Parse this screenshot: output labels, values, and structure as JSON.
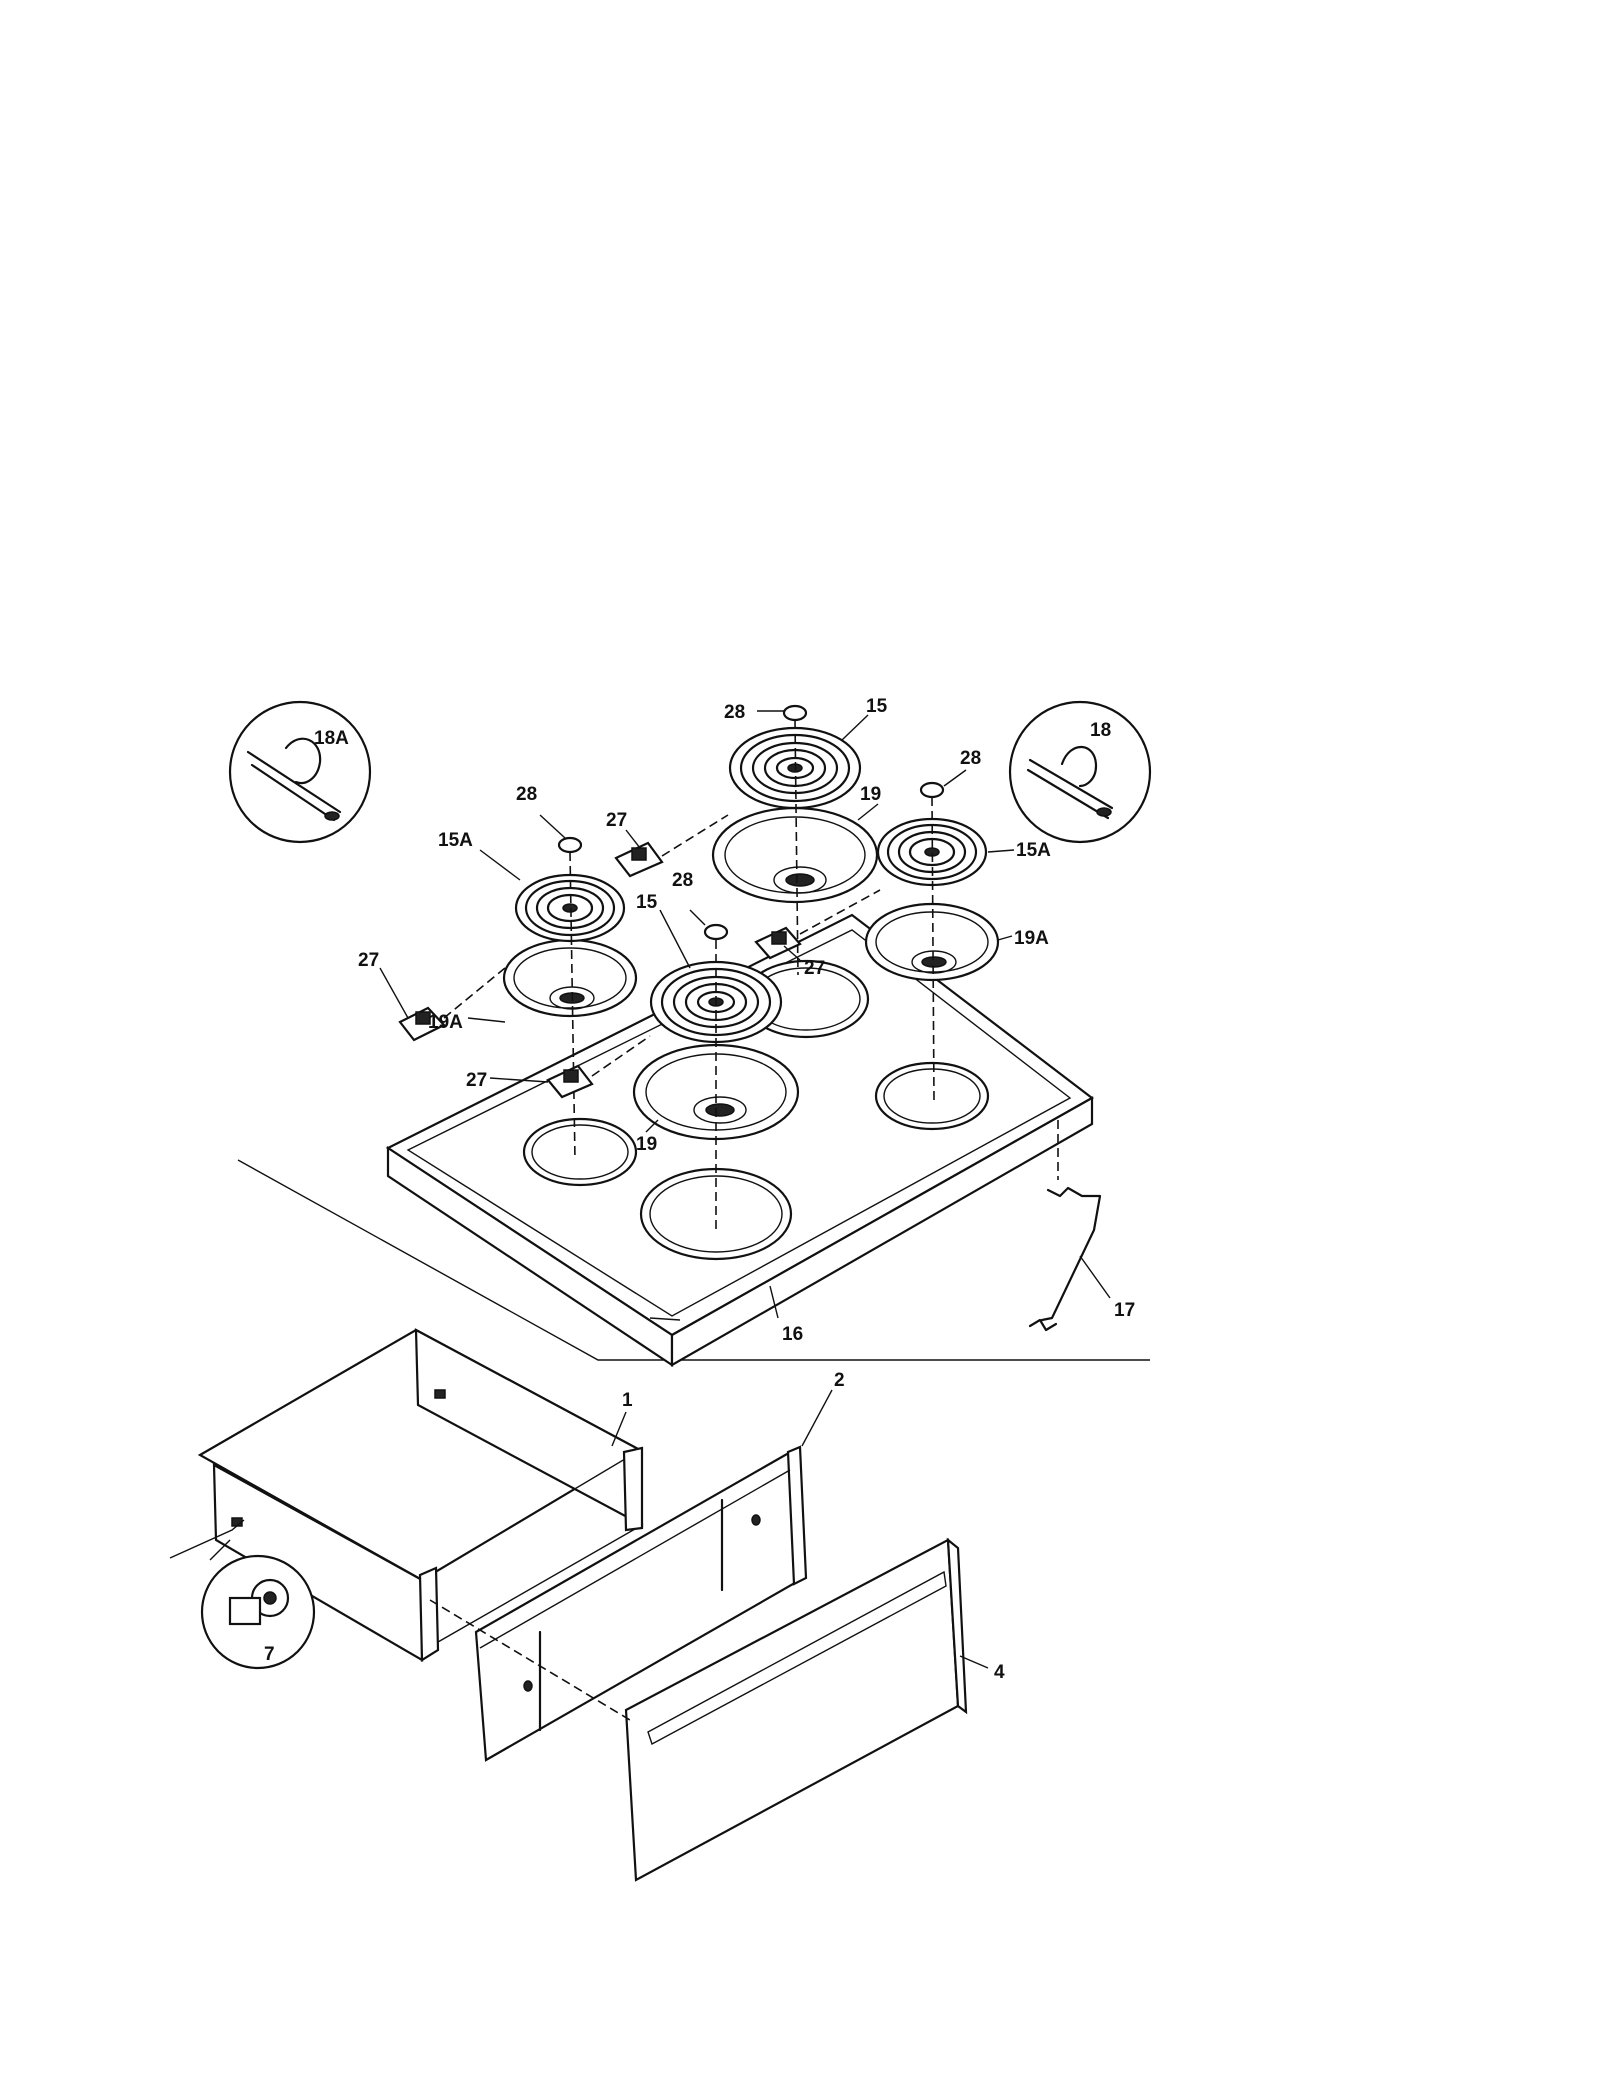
{
  "callouts": {
    "c28a": "28",
    "c15a": "15",
    "c28b": "28",
    "c18": "18",
    "c18A": "18A",
    "c28c": "28",
    "c27a": "27",
    "c19a": "19",
    "c15Aa": "15A",
    "c15Ab": "15A",
    "c28d": "28",
    "c15b": "15",
    "c27b": "27",
    "c19Aa": "19A",
    "c27c": "27",
    "c19Ab": "19A",
    "c27d": "27",
    "c19b": "19",
    "c17": "17",
    "c16": "16",
    "c1": "1",
    "c2": "2",
    "c4": "4",
    "c7": "7"
  }
}
